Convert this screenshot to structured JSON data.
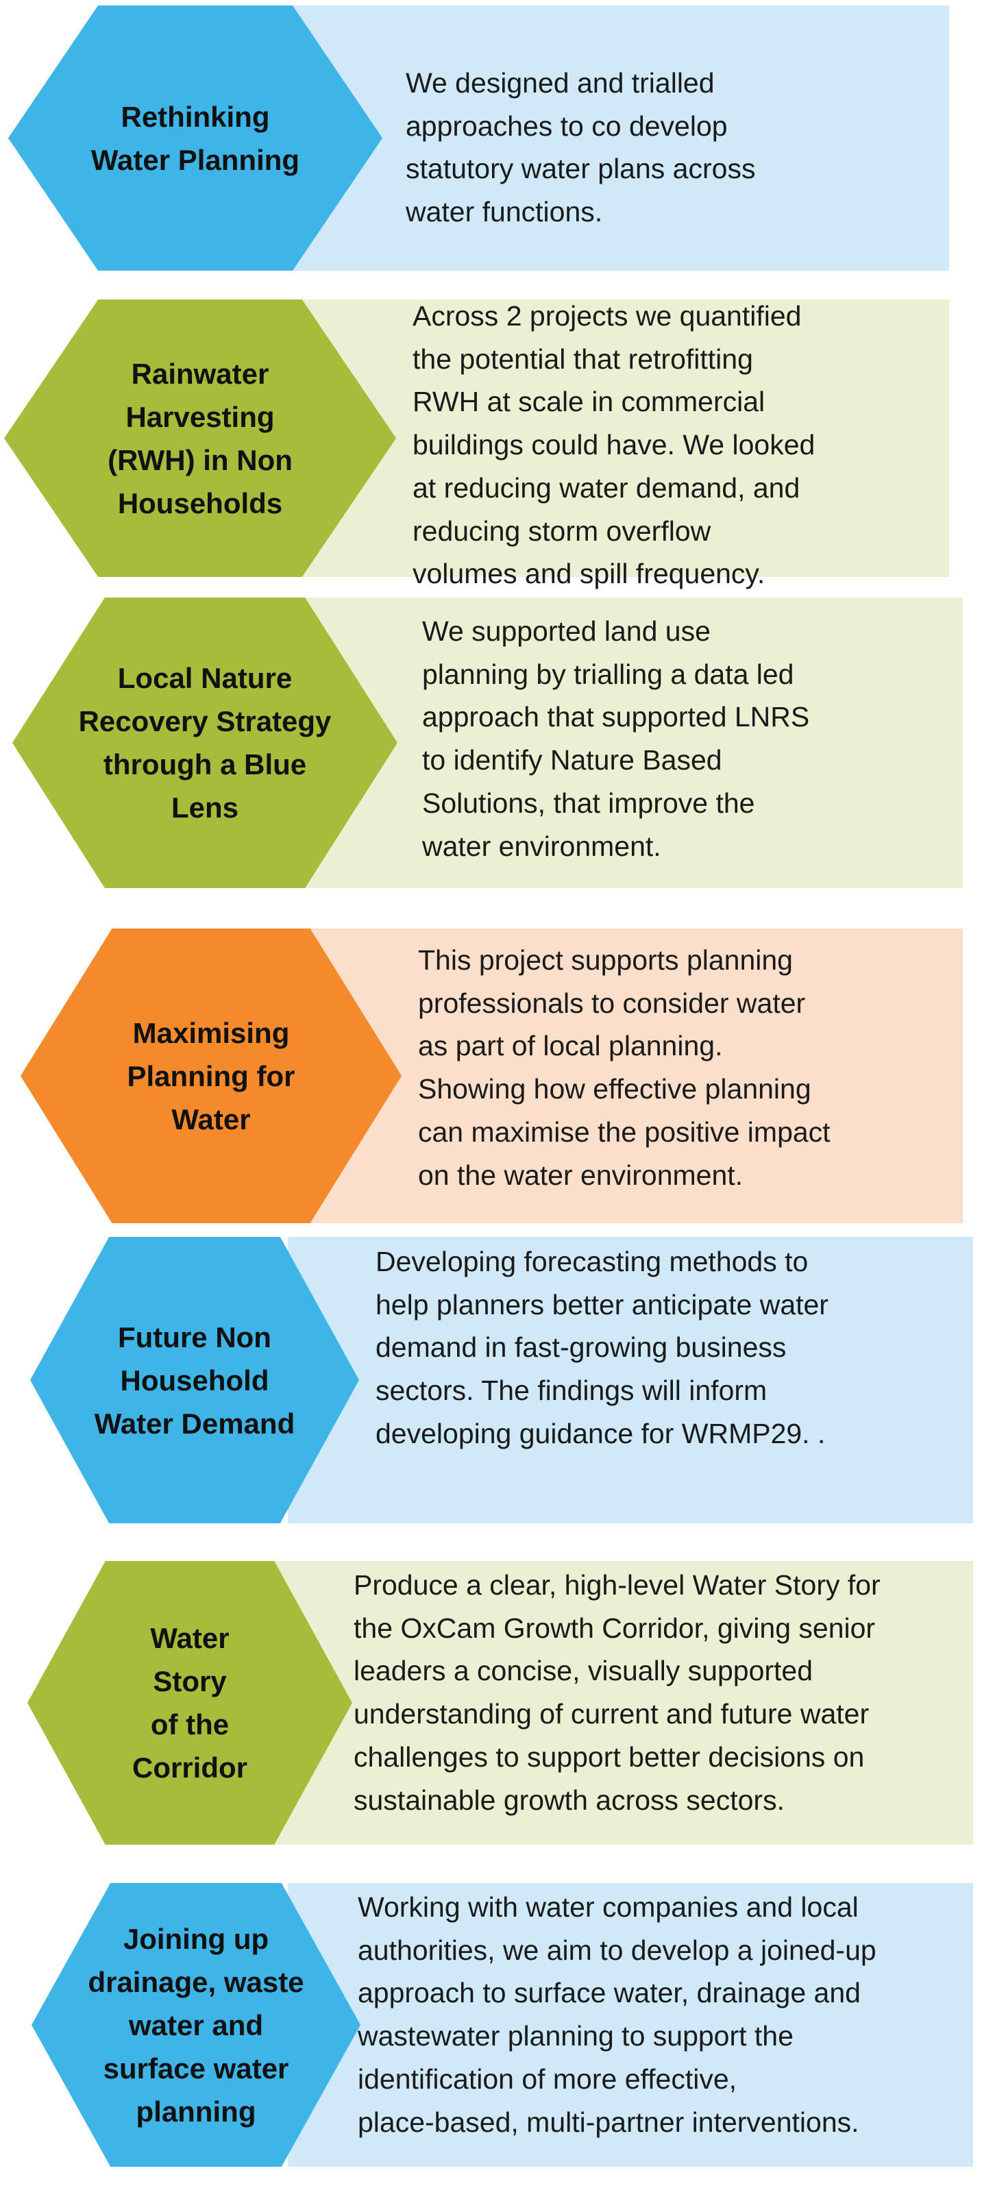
{
  "colors": {
    "blue_hex": "#3fb4e6",
    "green_hex": "#a9bb3a",
    "orange_hex": "#f58a2c",
    "blue_panel": "#cfe9f8",
    "green_panel": "#ebf0d2",
    "orange_panel": "#fbdfcb"
  },
  "items": [
    {
      "title": "Rethinking\nWater Planning",
      "description": "We designed and trialled\napproaches to co develop\nstatutory water plans across\nwater functions."
    },
    {
      "title": "Rainwater\nHarvesting\n(RWH) in Non\nHouseholds",
      "description": "Across 2 projects we quantified\nthe potential that retrofitting\nRWH at scale in commercial\nbuildings could have. We looked\nat reducing water demand, and\nreducing storm overflow\nvolumes and spill frequency."
    },
    {
      "title": "Local Nature\nRecovery Strategy\nthrough a Blue\nLens",
      "description": "We supported land use\nplanning by trialling a data led\napproach that supported LNRS\nto identify Nature Based\nSolutions, that improve the\nwater environment."
    },
    {
      "title": "Maximising\nPlanning for\nWater",
      "description": "This project supports planning\nprofessionals to consider water\nas part of local planning.\nShowing how effective planning\ncan maximise the positive impact\non the water environment."
    },
    {
      "title": "Future Non\nHousehold\nWater Demand",
      "description": "Developing forecasting methods to\nhelp planners better anticipate water\ndemand in fast-growing business\nsectors. The findings will inform\ndeveloping guidance for WRMP29. ."
    },
    {
      "title": "Water\nStory\nof the\nCorridor",
      "description": "Produce a clear, high-level Water Story for\nthe OxCam Growth Corridor, giving senior\nleaders a concise, visually supported\nunderstanding of current and future water\nchallenges to support better decisions on\nsustainable growth across sectors."
    },
    {
      "title": "Joining up\ndrainage, waste\nwater and\nsurface water\nplanning",
      "description": "Working with water companies and local\nauthorities, we aim to develop a joined-up\napproach to surface water, drainage and\nwastewater planning to support the\nidentification of more effective,\nplace-based, multi-partner interventions."
    }
  ]
}
